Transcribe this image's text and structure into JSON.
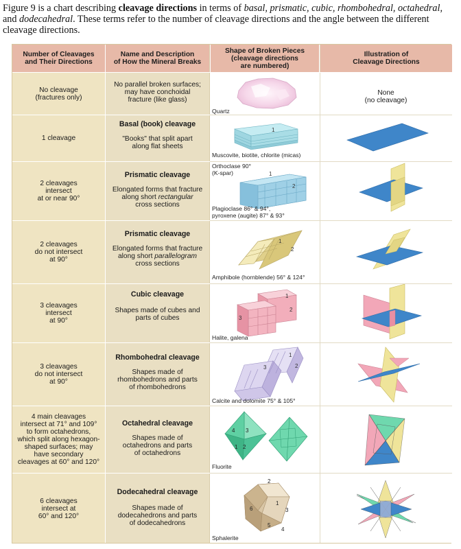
{
  "caption": {
    "p1": "Figure 9 is a chart describing ",
    "bold": "cleavage directions",
    "p2": " in terms of ",
    "italic_terms": "basal, prismatic, cubic, rhombohedral, octahedral,",
    "p3": " and ",
    "italic_last": "dodecahedral",
    "p4": ". These terms refer to the number of cleavage directions and the angle between the different cleavage directions."
  },
  "headers": [
    "Number of Cleavages\nand Their Directions",
    "Name and Description\nof How the Mineral Breaks",
    "Shape of Broken Pieces\n(cleavage directions\nare numbered)",
    "Illustration of\nCleavage Directions"
  ],
  "rows": [
    {
      "count": "No cleavage\n(fractures only)",
      "name": "",
      "desc": "No parallel broken surfaces;\nmay have conchoidal\nfracture (like glass)",
      "labels": [
        "Quartz"
      ],
      "illustration_text": "None\n(no cleavage)"
    },
    {
      "count": "1 cleavage",
      "name": "Basal (book) cleavage",
      "desc": "\"Books\" that split apart\nalong flat sheets",
      "labels": [
        "Muscovite, biotite, chlorite (micas)"
      ],
      "numbers": [
        "1"
      ]
    },
    {
      "count": "2 cleavages\nintersect\nat or near 90°",
      "name": "Prismatic cleavage",
      "desc_pre": "Elongated forms that fracture\nalong short ",
      "desc_em": "rectangular",
      "desc_post": "\ncross sections",
      "labels": [
        "Orthoclase 90°\n(K-spar)",
        "Plagioclase 86° & 94°,\npyroxene (augite) 87° & 93°"
      ],
      "numbers": [
        "1",
        "2"
      ]
    },
    {
      "count": "2 cleavages\ndo not intersect\nat 90°",
      "name": "Prismatic cleavage",
      "desc_pre": "Elongated forms that fracture\nalong short ",
      "desc_em": "parallelogram",
      "desc_post": "\ncross sections",
      "labels": [
        "Amphibole (hornblende) 56° & 124°"
      ],
      "numbers": [
        "1",
        "2"
      ]
    },
    {
      "count": "3 cleavages\nintersect\nat 90°",
      "name": "Cubic cleavage",
      "desc": "Shapes made of cubes and\nparts of cubes",
      "labels": [
        "Halite, galena"
      ],
      "numbers": [
        "1",
        "2",
        "3"
      ]
    },
    {
      "count": "3 cleavages\ndo not intersect\nat 90°",
      "name": "Rhombohedral cleavage",
      "desc": "Shapes made of\nrhombohedrons and parts\nof rhombohedrons",
      "labels": [
        "Calcite and dolomite 75° & 105°"
      ],
      "numbers": [
        "1",
        "2",
        "3"
      ]
    },
    {
      "count": "4 main cleavages\nintersect at 71° and 109°\nto form octahedrons,\nwhich split along hexagon-\nshaped surfaces; may\nhave secondary\ncleavages at 60° and 120°",
      "name": "Octahedral cleavage",
      "desc": "Shapes made of\noctahedrons and parts\nof octahedrons",
      "labels": [
        "Fluorite"
      ],
      "numbers": [
        "4",
        "3",
        "1",
        "2"
      ]
    },
    {
      "count": "6 cleavages\nintersect at\n60° and 120°",
      "name": "Dodecahedral cleavage",
      "desc": "Shapes made of\ndodecahedrons and parts\nof dodecahedrons",
      "labels": [
        "Sphalerite"
      ],
      "numbers": [
        "2",
        "1",
        "6",
        "3",
        "5",
        "4"
      ]
    }
  ],
  "colors": {
    "header": "#e7b9a8",
    "col1": "#efe4c2",
    "col2": "#e9dfc3",
    "mica": "#a9dde6",
    "feldspar": "#9fd0e6",
    "amphibole": "#efe3a6",
    "halite": "#f3b4c0",
    "calcite": "#cfc6e8",
    "fluorite": "#5fd0a3",
    "sphalerite": "#e1cfb2",
    "plane_blue": "#3f86c9",
    "plane_yellow": "#efe49a",
    "plane_pink": "#f2a7b8"
  }
}
